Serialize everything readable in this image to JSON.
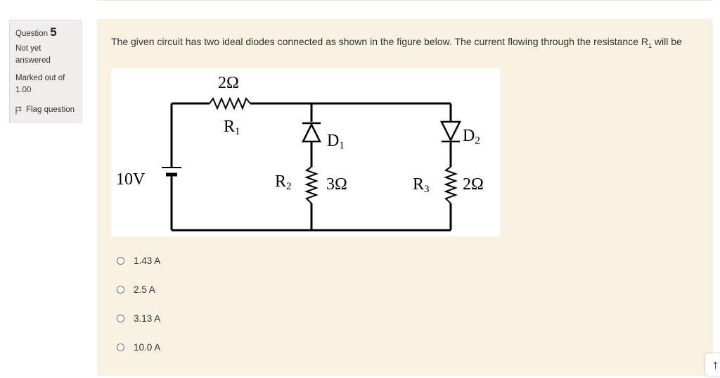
{
  "info": {
    "question_label": "Question",
    "question_number": "5",
    "state": "Not yet answered",
    "grade": "Marked out of 1.00",
    "flag_label": "Flag question"
  },
  "question": {
    "text_before": "The given circuit has two ideal diodes connected as shown in the figure below. The current flowing through the resistance R",
    "text_sub": "1",
    "text_after": " will be"
  },
  "circuit": {
    "source_label": "10V",
    "r1_value": "2Ω",
    "r1_name": "R",
    "r1_sub": "1",
    "d1_name": "D",
    "d1_sub": "1",
    "d2_name": "D",
    "d2_sub": "2",
    "r2_name": "R",
    "r2_sub": "2",
    "r2_value": "3Ω",
    "r3_name": "R",
    "r3_sub": "3",
    "r3_value": "2Ω"
  },
  "answers": [
    {
      "label": "1.43 A"
    },
    {
      "label": "2.5 A"
    },
    {
      "label": "3.13 A"
    },
    {
      "label": "10.0 A"
    }
  ],
  "scroll_glyph": "↑"
}
